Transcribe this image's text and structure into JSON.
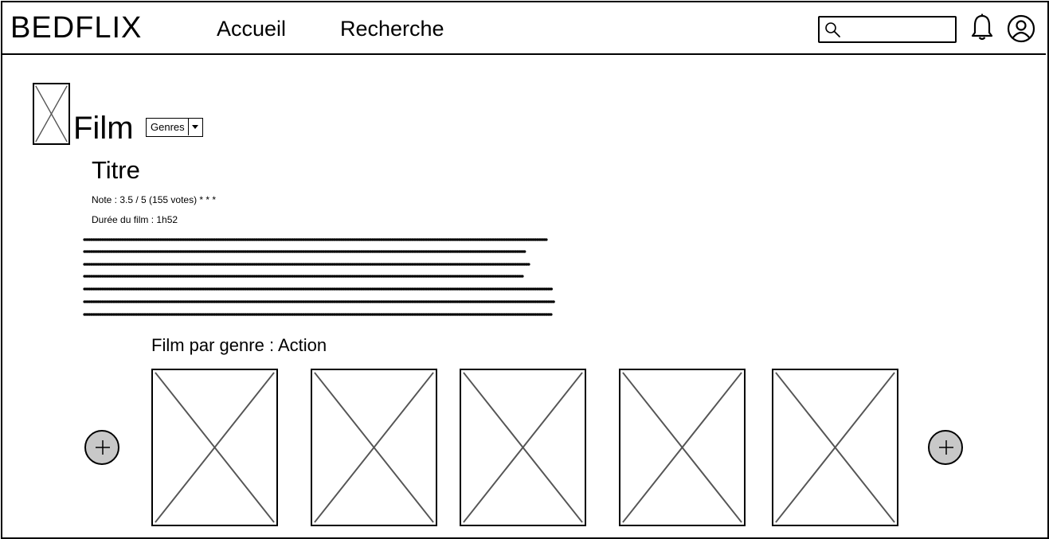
{
  "app": {
    "logo": "BEDFLIX"
  },
  "nav": {
    "items": [
      {
        "label": "Accueil"
      },
      {
        "label": "Recherche"
      }
    ]
  },
  "search": {
    "value": "",
    "icon": "search-icon"
  },
  "header_icons": {
    "notifications": "bell-icon",
    "profile": "user-circle-icon"
  },
  "film": {
    "heading": "Film",
    "genre_select": "Genres",
    "title": "Titre",
    "rating_text": "Note : 3.5 / 5 (155 votes) * * *",
    "duration_text": "Durée du film : 1h52"
  },
  "genre_section": {
    "title": "Film par genre : Action",
    "prev_icon": "plus-icon",
    "next_icon": "plus-icon",
    "cards_count": 5
  },
  "colors": {
    "border": "#000000",
    "placeholder_lines": "#555555",
    "button_fill": "#c8c8c8",
    "background": "#ffffff"
  }
}
